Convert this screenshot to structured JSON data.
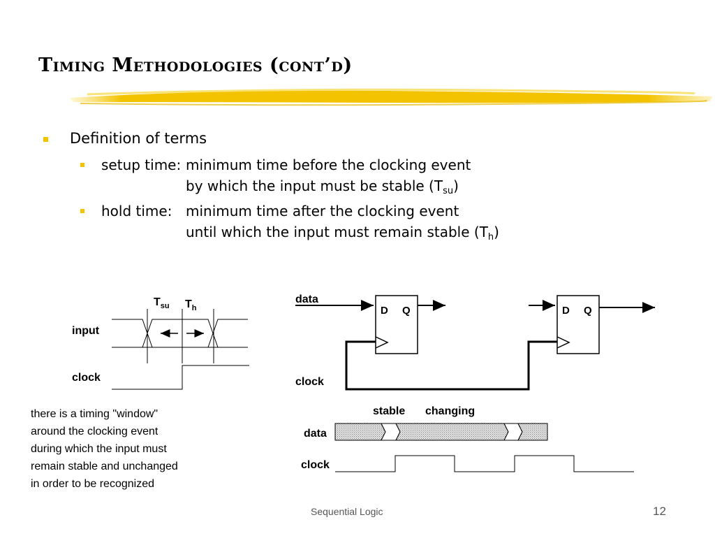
{
  "slide": {
    "title": "Timing Methodologies (cont’d)",
    "bullet": "Definition of terms",
    "setup": {
      "term": "setup time:",
      "line1": "minimum time before the clocking event",
      "line2": "by which the input must be stable (T",
      "sub": "su",
      "close": ")"
    },
    "hold": {
      "term": "hold time:",
      "line1": "minimum time after the clocking event",
      "line2": "until which the input must remain stable (T",
      "sub": "h",
      "close": ")"
    },
    "note_lines": [
      "there is a timing \"window\"",
      "around the clocking event",
      "during which the input must",
      "remain stable and unchanged",
      "in order to be recognized"
    ],
    "footer": "Sequential Logic",
    "page_number": "12",
    "accent_color": "#f3c300"
  },
  "timing_diagram": {
    "tsu": "T",
    "tsu_sub": "su",
    "th": "T",
    "th_sub": "h",
    "input_label": "input",
    "clock_label": "clock"
  },
  "flipflop_diagram": {
    "data_label": "data",
    "clock_label": "clock",
    "ff1_d": "D",
    "ff1_q": "Q",
    "ff2_d": "D",
    "ff2_q": "Q"
  },
  "waveform": {
    "stable_label": "stable",
    "changing_label": "changing",
    "data_label": "data",
    "clock_label": "clock"
  }
}
